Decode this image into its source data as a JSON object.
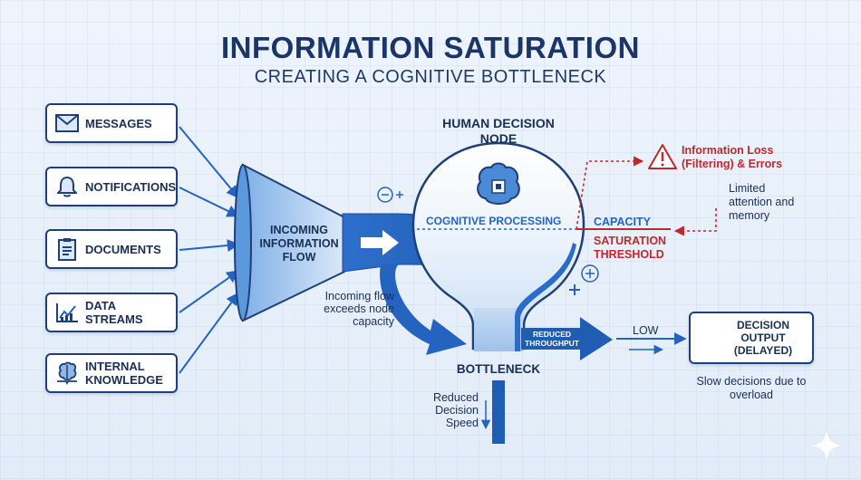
{
  "title": "INFORMATION SATURATION",
  "subtitle": "CREATING A COGNITIVE BOTTLENECK",
  "sources": [
    {
      "label": "MESSAGES",
      "icon": "envelope-icon"
    },
    {
      "label": "NOTIFICATIONS",
      "icon": "bell-icon"
    },
    {
      "label": "DOCUMENTS",
      "icon": "clipboard-icon"
    },
    {
      "label": "DATA STREAMS",
      "icon": "line-chart-icon"
    },
    {
      "label": "INTERNAL KNOWLEDGE",
      "icon": "brain-icon"
    }
  ],
  "funnel_label": "INCOMING INFORMATION FLOW",
  "node_title": "HUMAN DECISION NODE",
  "cognitive_processing": "COGNITIVE PROCESSING",
  "capacity": "CAPACITY",
  "saturation_threshold": "SATURATION THRESHOLD",
  "info_loss": "Information Loss (Filtering) & Errors",
  "limited_attention": "Limited attention and memory",
  "incoming_note": "Incoming flow exceeds node capacity",
  "bottleneck": "BOTTLENECK",
  "reduced_throughput": "REDUCED THROUGHPUT",
  "low": "LOW",
  "reduced_speed": "Reduced Decision Speed",
  "output_label": "DECISION OUTPUT (DELAYED)",
  "output_note": "Slow decisions due to overload",
  "colors": {
    "navy": "#1a3566",
    "blue": "#2464c0",
    "red": "#c0282d",
    "light": "#a9c8ec"
  }
}
